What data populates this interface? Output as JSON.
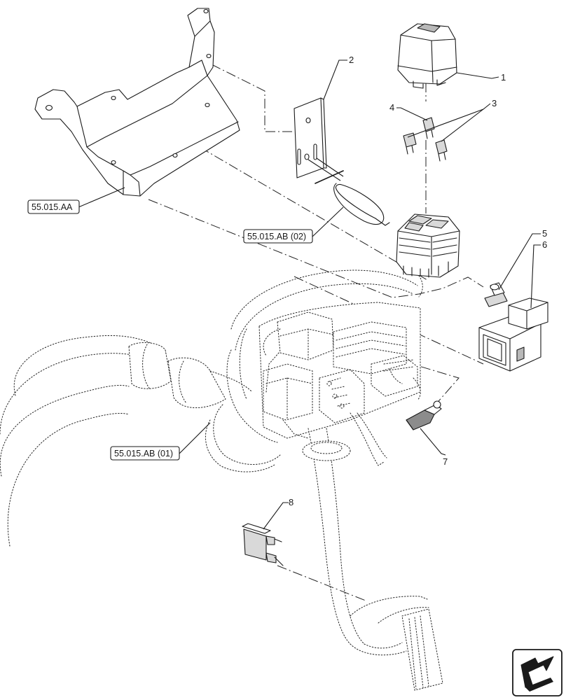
{
  "callouts": {
    "c1": "1",
    "c2": "2",
    "c3": "3",
    "c4": "4",
    "c5": "5",
    "c6": "6",
    "c7": "7",
    "c8": "8"
  },
  "references": {
    "bracket": "55.015.AA",
    "harness_upper": "55.015.AB (02)",
    "harness_main": "55.015.AB (01)"
  },
  "icons": {
    "corner": "next-page-arrow-icon"
  }
}
